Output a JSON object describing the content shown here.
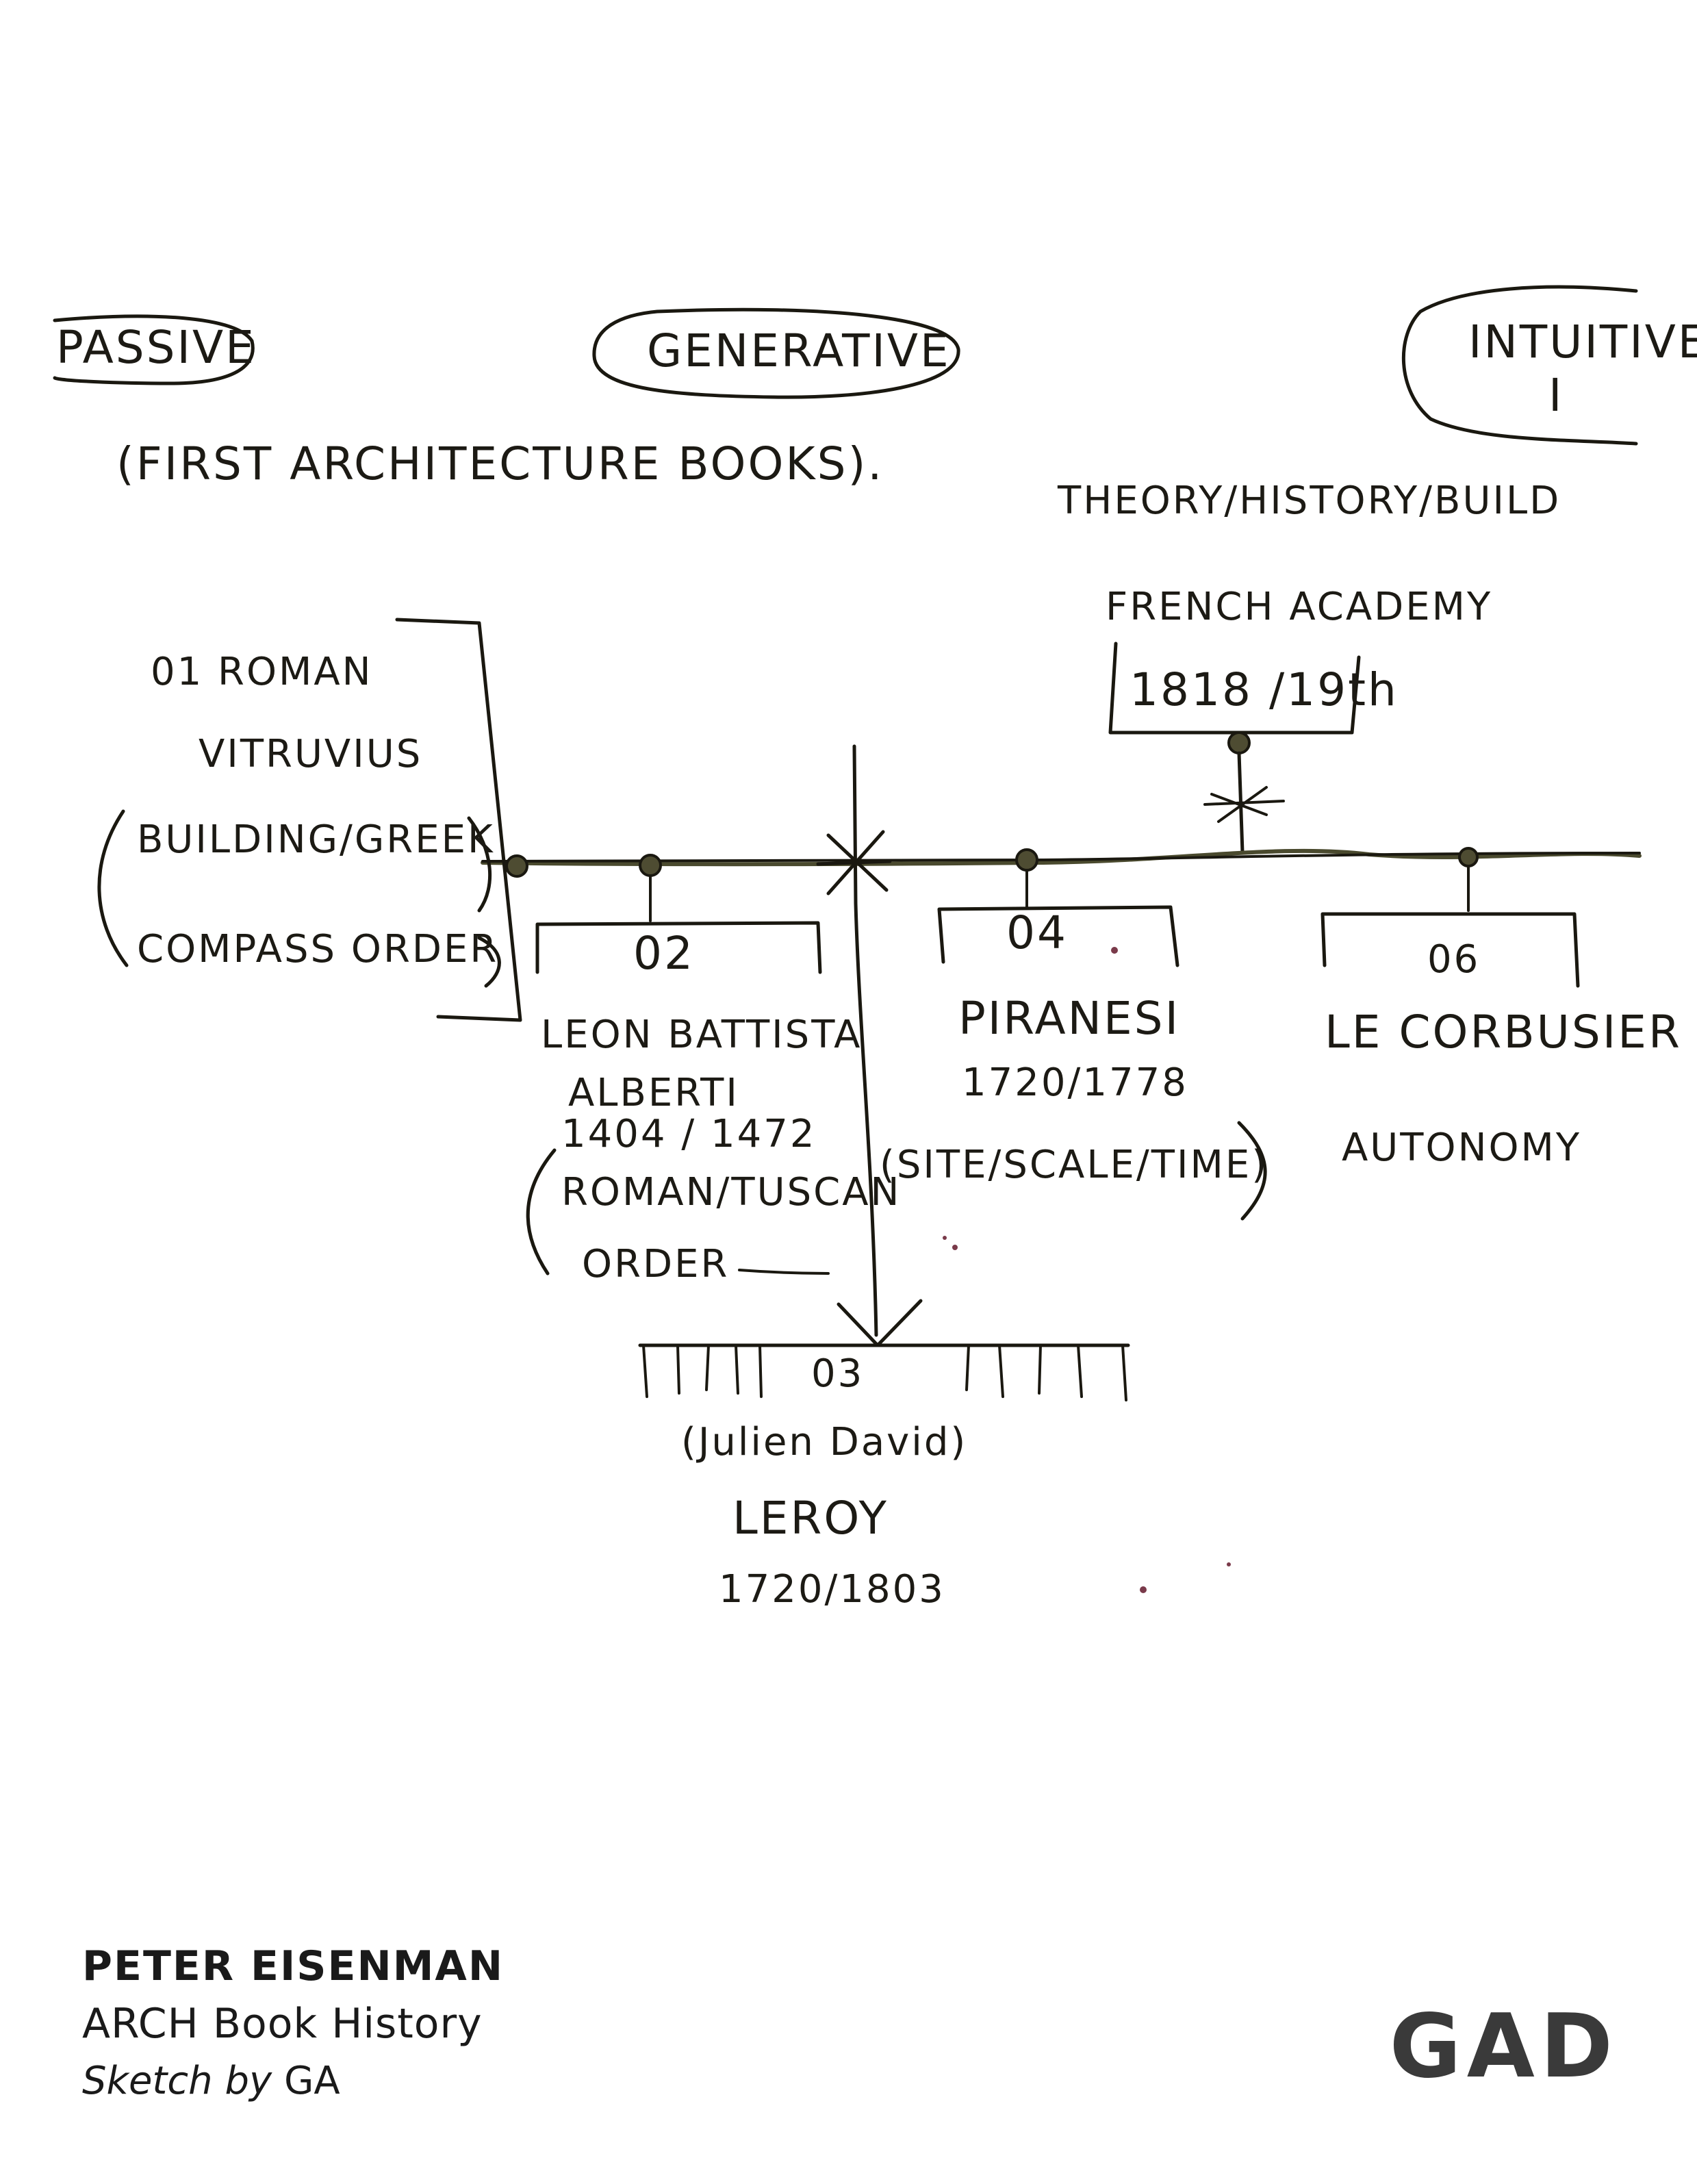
{
  "diagram": {
    "categories": {
      "passive": "PASSIVE",
      "generative": "GENERATIVE",
      "intuitive": "INTUITIVE",
      "intuitive_numeral": "I"
    },
    "notes": {
      "first_books": "(FIRST ARCHITECTURE BOOKS).",
      "theory": "THEORY/HISTORY/BUILD"
    },
    "french_academy": {
      "name": "FRENCH ACADEMY",
      "dates": "1818 /19th"
    },
    "nodes": {
      "n01": {
        "lines": [
          "01 ROMAN",
          "VITRUVIUS",
          "BUILDING/GREEK",
          "COMPASS ORDER"
        ]
      },
      "n02": {
        "number": "02",
        "name_line1": "LEON BATTISTA",
        "name_line2": "ALBERTI",
        "dates": "1404 / 1472",
        "detail_line1": "ROMAN/TUSCAN",
        "detail_line2": "ORDER"
      },
      "n03": {
        "number": "03",
        "name_line1": "(Julien David)",
        "name_line2": "LEROY",
        "dates": "1720/1803"
      },
      "n04": {
        "number": "04",
        "name": "PIRANESI",
        "dates": "1720/1778",
        "detail": "(SITE/SCALE/TIME)"
      },
      "n06": {
        "number": "06",
        "name": "LE CORBUSIER",
        "detail": "AUTONOMY"
      }
    }
  },
  "credits": {
    "author": "PETER EISENMAN",
    "project": "ARCH Book History",
    "sketch_label": "Sketch by",
    "sketch_author": "GA"
  },
  "logo": "GAD"
}
